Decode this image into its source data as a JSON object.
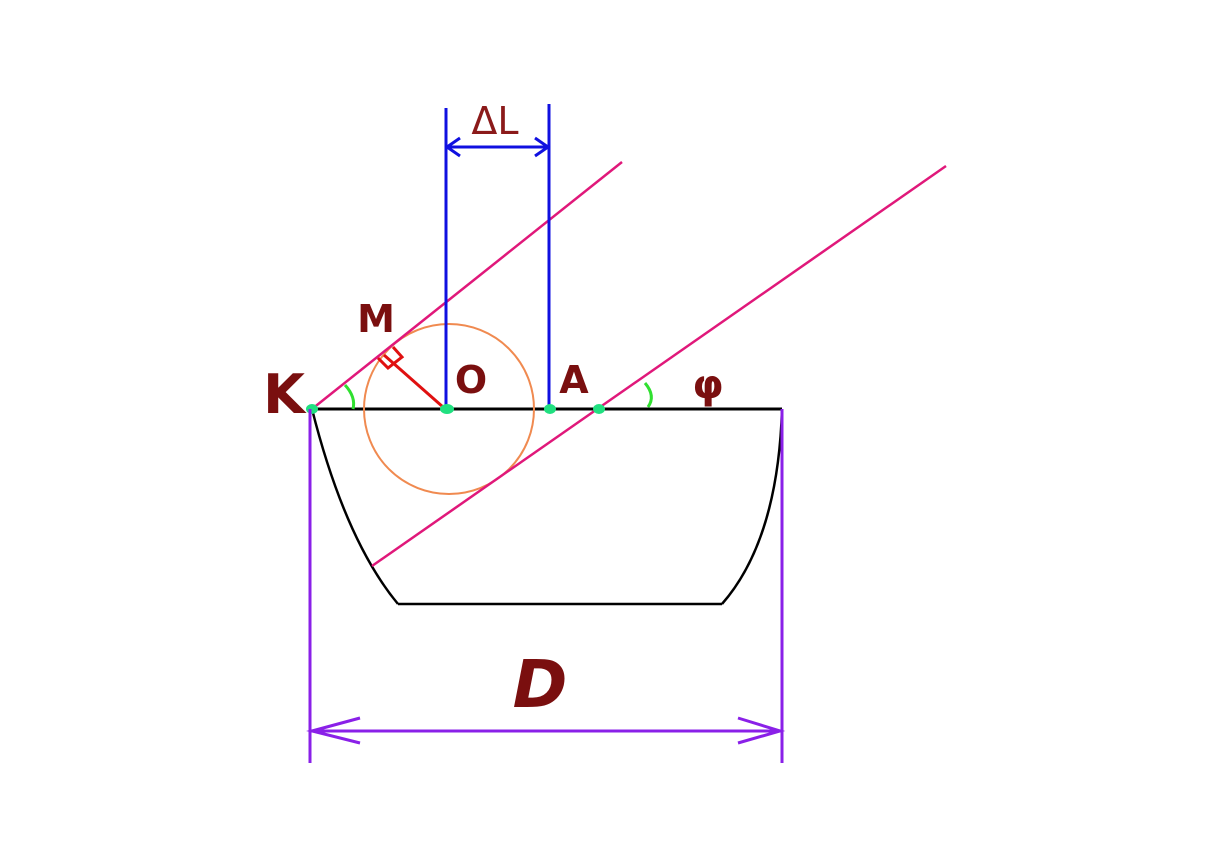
{
  "labels": {
    "delta_l": "ΔL",
    "m": "M",
    "k": "K",
    "o": "O",
    "a": "A",
    "phi": "φ",
    "d": "D"
  },
  "colors": {
    "label": "#7a0f0f",
    "dimension_blue": "#1010e0",
    "ray_pink": "#e0187a",
    "normal_red": "#e01010",
    "circle_orange": "#f08a50",
    "point_green": "#20e080",
    "angle_green": "#30e030",
    "dimension_violet": "#8a20e8",
    "outline_black": "#000000"
  }
}
